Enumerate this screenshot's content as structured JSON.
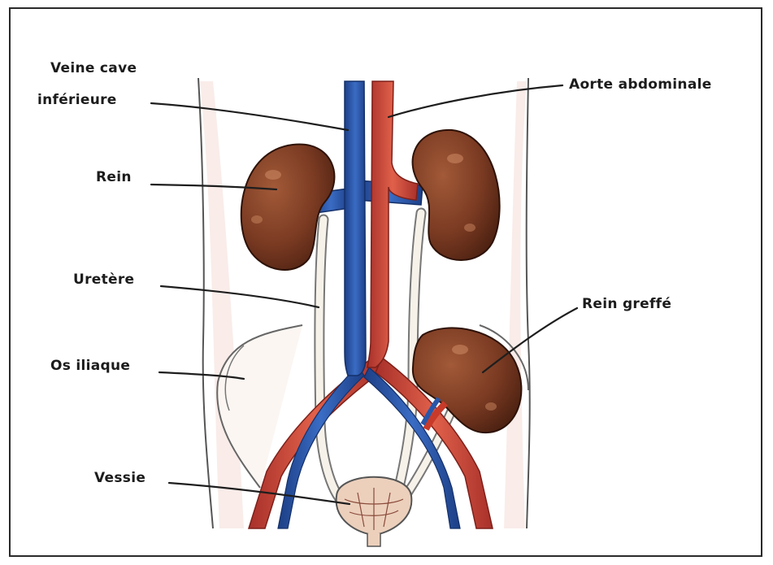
{
  "labels": {
    "veine_cave_1": "Veine cave",
    "veine_cave_2": "inférieure",
    "aorte": "Aorte abdominale",
    "rein": "Rein",
    "rein_greffe": "Rein greffé",
    "uretere": "Uretère",
    "os_iliaque": "Os iliaque",
    "vessie": "Vessie"
  },
  "colors": {
    "vein": "#2a56a8",
    "artery": "#cf4a3a",
    "kidney": "#7a3a22",
    "ureter": "#f4f0e6",
    "body_outline": "#5a5a5a",
    "bladder": "#e9c9b0"
  }
}
